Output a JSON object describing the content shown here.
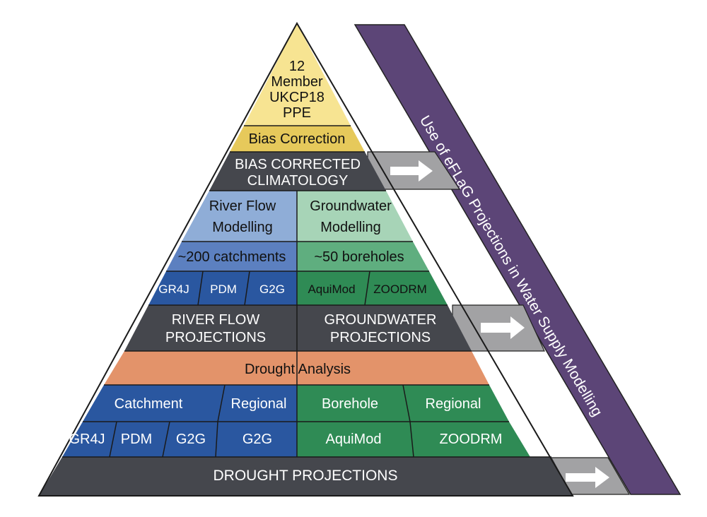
{
  "diagram": {
    "apex": {
      "line1": "12",
      "line2": "Member",
      "line3": "UKCP18",
      "line4": "PPE"
    },
    "bias_correction": "Bias Correction",
    "bias_corrected": {
      "line1": "BIAS CORRECTED",
      "line2": "CLIMATOLOGY"
    },
    "river_flow_modelling": {
      "line1": "River Flow",
      "line2": "Modelling"
    },
    "groundwater_modelling": {
      "line1": "Groundwater",
      "line2": "Modelling"
    },
    "catchments_count": "~200 catchments",
    "boreholes_count": "~50 boreholes",
    "river_models": [
      "GR4J",
      "PDM",
      "G2G"
    ],
    "groundwater_models": [
      "AquiMod",
      "ZOODRM"
    ],
    "river_flow_projections": {
      "line1": "RIVER FLOW",
      "line2": "PROJECTIONS"
    },
    "groundwater_projections": {
      "line1": "GROUNDWATER",
      "line2": "PROJECTIONS"
    },
    "drought_analysis": "Drought Analysis",
    "drought_scales": {
      "catchment": "Catchment",
      "regional_river": "Regional",
      "borehole": "Borehole",
      "regional_groundwater": "Regional"
    },
    "drought_models": {
      "catchment": [
        "GR4J",
        "PDM",
        "G2G"
      ],
      "regional_river": "G2G",
      "borehole": "AquiMod",
      "regional_groundwater": "ZOODRM"
    },
    "drought_projections": "DROUGHT PROJECTIONS",
    "demonstrator": {
      "title": "DEMONSTRATOR",
      "subtitle": "Use of eFLaG Projections in Water Supply Modelling"
    }
  },
  "colors": {
    "apex_yellow": "#f7e492",
    "bias_yellow": "#e6c95b",
    "dark_band": "#45474d",
    "river_light": "#8fadd7",
    "river_mid": "#5c80c0",
    "river_dark": "#2a57a0",
    "gw_light": "#a7d4b7",
    "gw_mid": "#5fae7f",
    "gw_dark": "#2f8b55",
    "drought_orange": "#e3936a",
    "purple_banner": "#5c4577",
    "arrow_gray": "#a2a2a4"
  }
}
